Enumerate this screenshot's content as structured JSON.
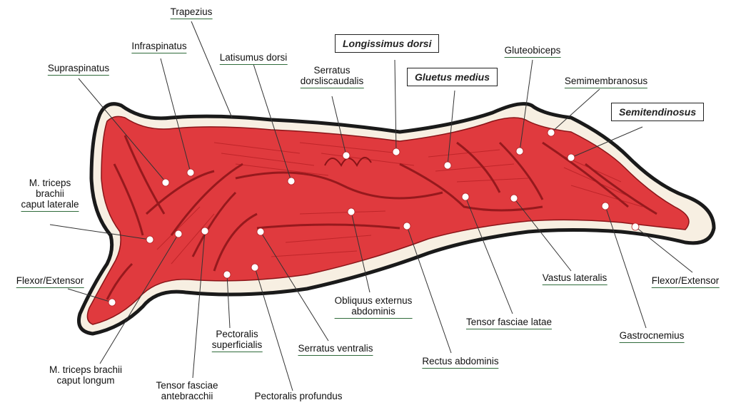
{
  "labels": {
    "trapezius": "Trapezius",
    "infraspinatus": "Infraspinatus",
    "supraspinatus": "Supraspinatus",
    "latissimus": "Latisumus dorsi",
    "serratus_dorsal": [
      "Serratus",
      "dorsliscaudalis"
    ],
    "longissimus": "Longissimus dorsi",
    "gluteus_medius": "Gluetus medius",
    "gluteobiceps": "Gluteobiceps",
    "semimembranosus": "Semimembranosus",
    "semitendinosus": "Semitendinosus",
    "triceps_lateral": [
      "M. triceps",
      "brachii",
      "caput laterale"
    ],
    "flexor_front": "Flexor/Extensor",
    "flexor_hind": "Flexor/Extensor",
    "vastus": "Vastus lateralis",
    "obliquus": [
      "Obliquus externus",
      "abdominis"
    ],
    "tensor_fasciae_latae": "Tensor fasciae latae",
    "gastrocnemius": "Gastrocnemius",
    "pectoralis_superficialis": [
      "Pectoralis",
      "superficialis"
    ],
    "serratus_ventralis": "Serratus ventralis",
    "rectus": "Rectus abdominis",
    "triceps_longum": [
      "M. triceps brachii",
      "caput longum"
    ],
    "tensor_antebrachii": [
      "Tensor fasciae",
      "antebracchii"
    ],
    "pectoralis_profundus": "Pectoralis profundus"
  },
  "colors": {
    "muscle": "#e03a3e",
    "muscle_dark": "#8a1418",
    "outline": "#1a1a1a",
    "fat": "#f7efe2",
    "leader_line": "#2f6b3a"
  }
}
